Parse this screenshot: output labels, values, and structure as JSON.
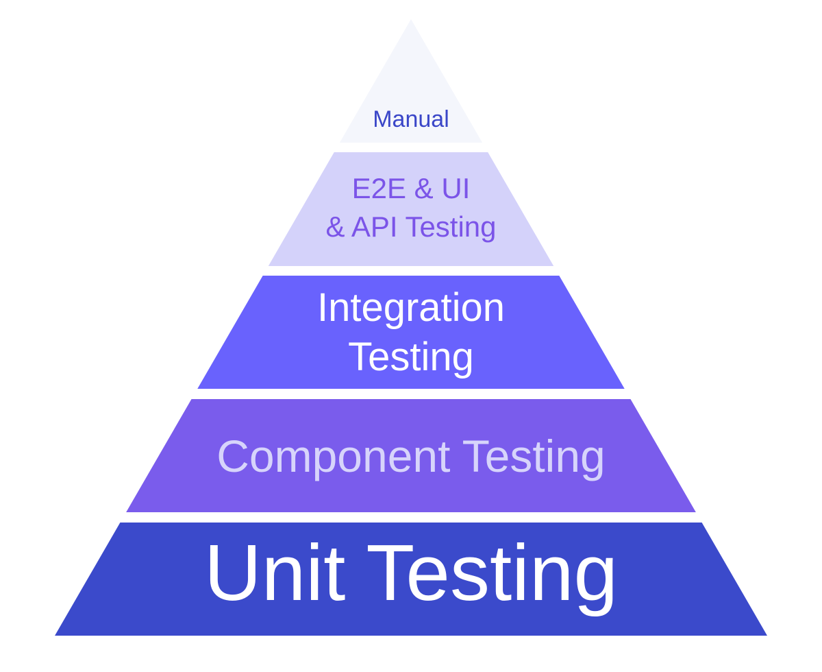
{
  "tiers": [
    {
      "key": "manual",
      "lines": [
        "Manual"
      ],
      "fill": "#f4f6fc",
      "text_color": "#3a46c8"
    },
    {
      "key": "e2e-ui-api",
      "lines": [
        "E2E & UI",
        "& API Testing"
      ],
      "fill": "#d4d2fa",
      "text_color": "#7b54e8"
    },
    {
      "key": "integration",
      "lines": [
        "Integration",
        "Testing"
      ],
      "fill": "#6962fd",
      "text_color": "#ffffff"
    },
    {
      "key": "component",
      "lines": [
        "Component Testing"
      ],
      "fill": "#7a5cec",
      "text_color": "#d7d4fb"
    },
    {
      "key": "unit",
      "lines": [
        "Unit Testing"
      ],
      "fill": "#3b4acb",
      "text_color": "#ffffff"
    }
  ]
}
